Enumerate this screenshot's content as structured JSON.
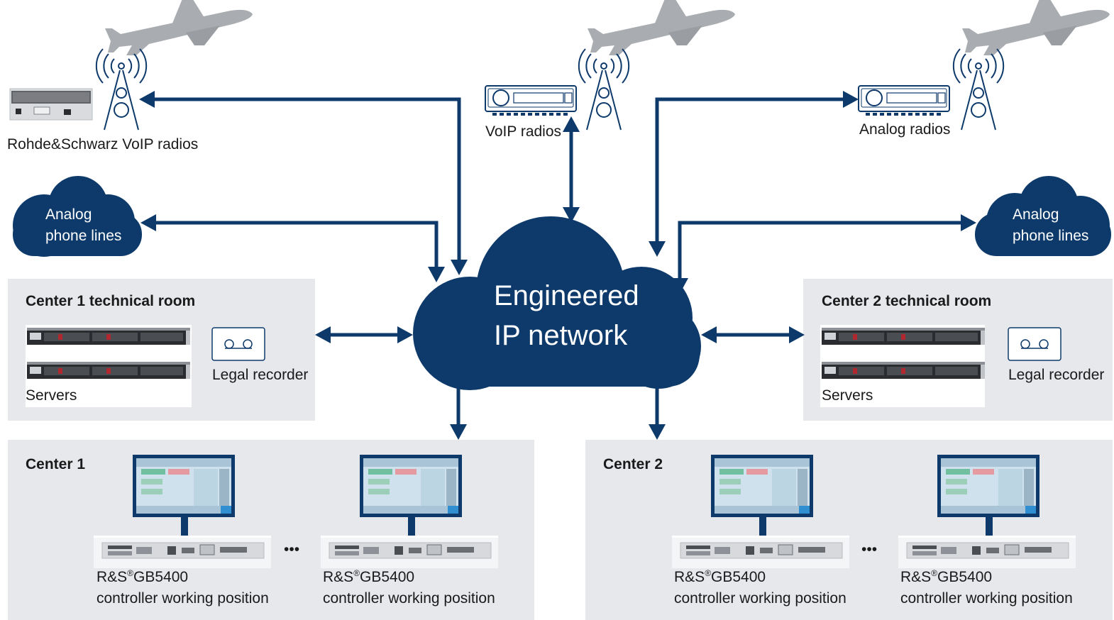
{
  "labels": {
    "rs_voip_radios": "Rohde&Schwarz VoIP radios",
    "voip_radios": "VoIP radios",
    "analog_radios": "Analog radios",
    "analog_phone_left": [
      "Analog",
      "phone lines"
    ],
    "analog_phone_right": [
      "Analog",
      "phone lines"
    ],
    "network": [
      "Engineered",
      "IP network"
    ],
    "center1_tech_room": "Center 1 technical room",
    "center2_tech_room": "Center 2 technical room",
    "servers": "Servers",
    "legal_recorder": "Legal recorder",
    "center1": "Center 1",
    "center2": "Center 2",
    "product_name": "R&S",
    "product_reg": "®",
    "product_model": "GB5400",
    "position_label": "controller working position",
    "ellipsis": "•••"
  },
  "colors": {
    "navy": "#0d3a6b",
    "panel": "#e6e8ec",
    "plane": "#a9acb0",
    "device": "#d7d9dc"
  }
}
